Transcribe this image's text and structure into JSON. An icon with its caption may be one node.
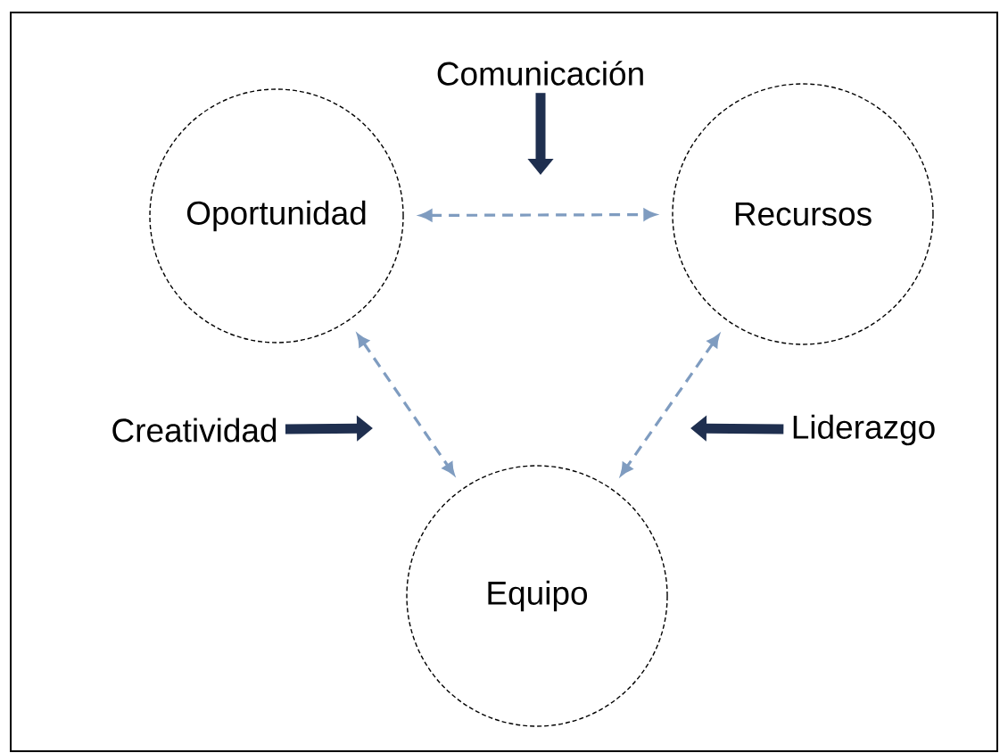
{
  "diagram": {
    "nodes": [
      {
        "text": [
          "Oportunidad"
        ]
      },
      {
        "text": [
          "Recursos"
        ]
      },
      {
        "text": [
          "Equipo"
        ]
      },
      {
        "text": [
          "Comunicación"
        ]
      },
      {
        "text": [
          "Creatividad"
        ]
      },
      {
        "text": [
          "Liderazgo"
        ]
      }
    ],
    "edges": [
      {
        "from": 0,
        "to": 1,
        "arrow": "both",
        "style": "dashed",
        "color": "#7f9cc0"
      },
      {
        "from": 0,
        "to": 2,
        "arrow": "both",
        "style": "dashed",
        "color": "#7f9cc0"
      },
      {
        "from": 1,
        "to": 2,
        "arrow": "both",
        "style": "dashed",
        "color": "#7f9cc0"
      },
      {
        "from": 3,
        "to": null,
        "arrow": "to",
        "style": "thick",
        "color": "#1f2f4f"
      },
      {
        "from": 4,
        "to": null,
        "arrow": "to",
        "style": "thick",
        "color": "#1f2f4f"
      },
      {
        "from": 5,
        "to": null,
        "arrow": "to",
        "style": "thick",
        "color": "#1f2f4f"
      }
    ]
  }
}
